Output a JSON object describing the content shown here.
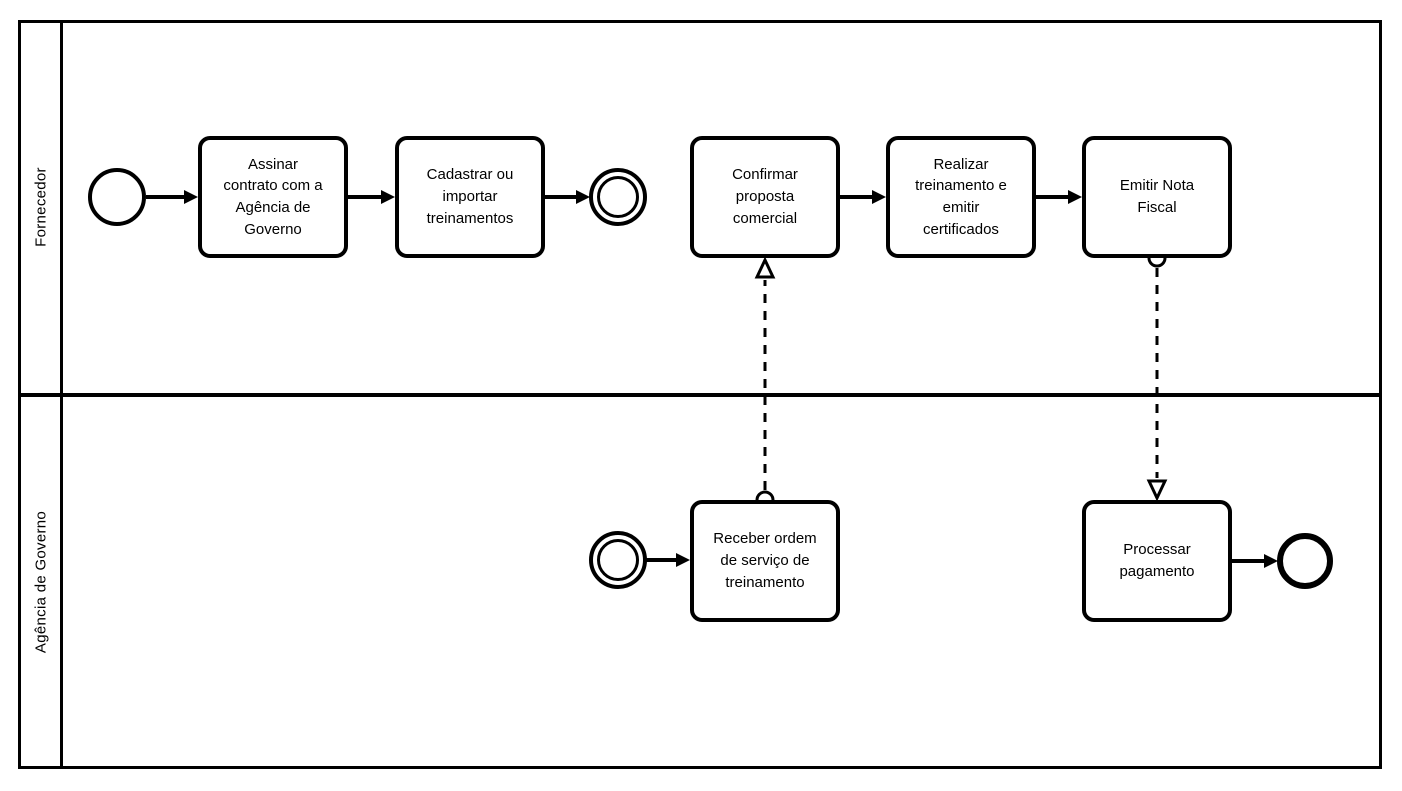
{
  "colors": {
    "stroke": "#000000",
    "background": "#ffffff"
  },
  "pool": {
    "lanes": [
      {
        "id": "fornecedor",
        "label": "Fornecedor"
      },
      {
        "id": "agencia-de-governo",
        "label": "Agência de Governo"
      }
    ]
  },
  "tasks": {
    "assinar_contrato": {
      "label": "Assinar\ncontrato com a\nAgência de\nGoverno"
    },
    "cadastrar_treinamentos": {
      "label": "Cadastrar ou\nimportar\ntreinamentos"
    },
    "confirmar_proposta": {
      "label": "Confirmar\nproposta\ncomercial"
    },
    "realizar_treinamento": {
      "label": "Realizar\ntreinamento e\nemitir\ncertificados"
    },
    "emitir_nota_fiscal": {
      "label": "Emitir Nota\nFiscal"
    },
    "receber_ordem": {
      "label": "Receber ordem\nde serviço de\ntreinamento"
    },
    "processar_pagamento": {
      "label": "Processar\npagamento"
    }
  }
}
